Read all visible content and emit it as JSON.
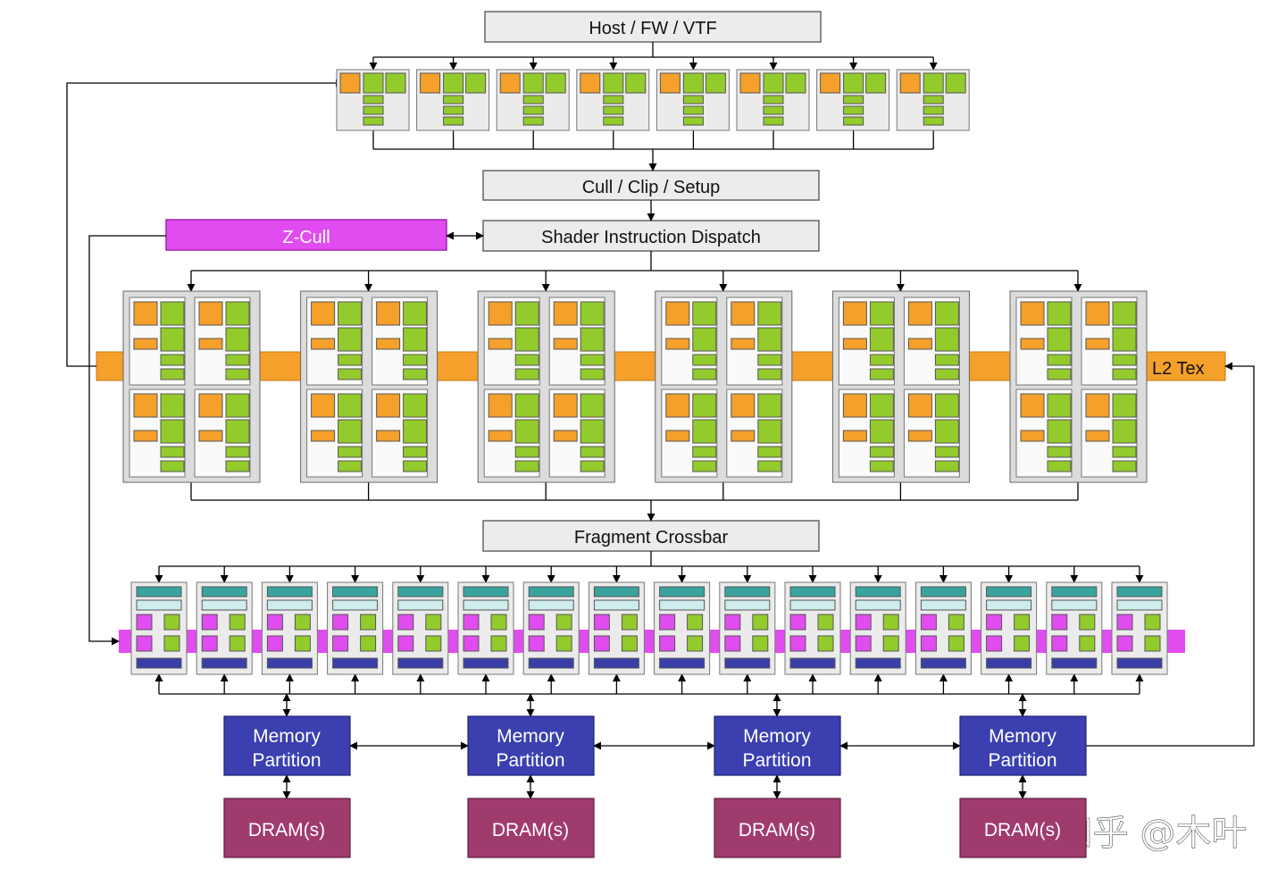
{
  "blocks": {
    "host": "Host / FW / VTF",
    "cull": "Cull / Clip / Setup",
    "zcull": "Z-Cull",
    "dispatch": "Shader Instruction Dispatch",
    "l2tex": "L2 Tex",
    "crossbar": "Fragment Crossbar"
  },
  "memory_partition": {
    "line1": "Memory",
    "line2": "Partition"
  },
  "dram_label": "DRAM(s)",
  "watermark": "知乎 @木叶",
  "counts": {
    "vertex_units": 8,
    "shader_clusters": 6,
    "rop_units": 16,
    "memory_partitions": 4
  },
  "colors": {
    "orange": "#f5a02a",
    "green": "#93cb2c",
    "gray_box": "#ebebeb",
    "magenta": "#e04cef",
    "teal": "#3aa39e",
    "light_teal": "#cdeceb",
    "navy": "#3a3fa8",
    "memory": "#3b3fb0",
    "dram": "#a03b6e"
  }
}
